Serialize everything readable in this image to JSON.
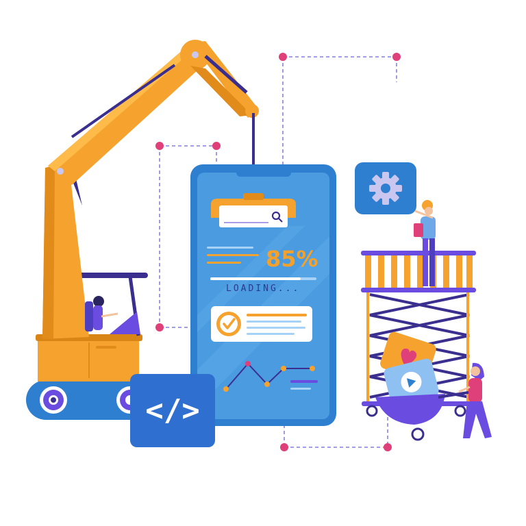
{
  "phone": {
    "progress_label": "85%",
    "loading_label": "LOADING...",
    "progress_value": 0.85
  },
  "code_badge": {
    "glyph": "</>"
  },
  "icons": {
    "search": "search-icon",
    "gear": "gear-icon",
    "checkmark": "checkmark-icon",
    "heart": "heart-icon",
    "play": "play-icon",
    "code": "code-icon"
  },
  "colors": {
    "phone_blue": "#2f7fd0",
    "screen_blue": "#4a9be0",
    "crane_orange": "#f5a22e",
    "indigo": "#3a2f8f",
    "purple": "#6a4de0",
    "pink_dot": "#e0407a",
    "code_badge": "#2f6fd0"
  }
}
